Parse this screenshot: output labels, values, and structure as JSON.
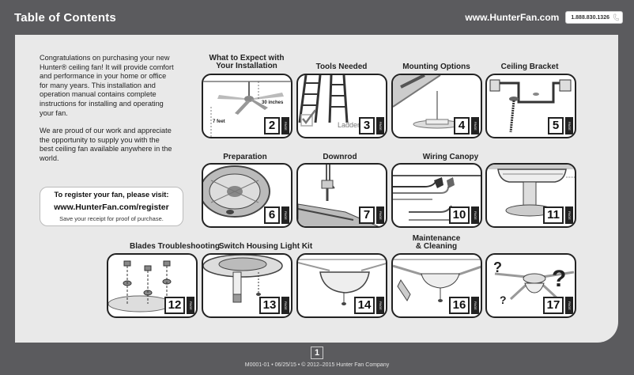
{
  "header": {
    "title": "Table of Contents",
    "site": "www.HunterFan.com",
    "phone": "1.888.830.1326",
    "phone_icon": "phone-icon"
  },
  "intro": {
    "p1": "Congratulations on purchasing your new Hunter® ceiling fan!  It will provide comfort and performance in your home or office for many years. This installation and operation manual contains complete instructions for installing and operating your fan.",
    "p2": "We are proud of our work and appreciate the opportunity to supply you with the best ceiling fan available anywhere in the world."
  },
  "register": {
    "line1": "To register your fan, please visit:",
    "line2": "www.HunterFan.com/register",
    "line3": "Save your receipt for proof of purchase."
  },
  "cards": [
    {
      "title1": "What to Expect with",
      "title2": "Your Installation",
      "page": "2",
      "label1": "30 inches",
      "label2": "7 feet"
    },
    {
      "title1": "Tools Needed",
      "page": "3",
      "label1": "Ladder"
    },
    {
      "title1": "Mounting Options",
      "page": "4"
    },
    {
      "title1": "Ceiling Bracket",
      "page": "5"
    },
    {
      "title1": "Preparation",
      "page": "6"
    },
    {
      "title1": "Downrod",
      "page": "7"
    },
    {
      "title1": "Wiring Canopy",
      "page": "10"
    },
    {
      "title1": "",
      "page": "11"
    },
    {
      "title1": "Blades Troubleshooting",
      "page": "12"
    },
    {
      "title1": "Switch Housing Light Kit",
      "page": "13"
    },
    {
      "title1": "",
      "page": "14"
    },
    {
      "title1": "Maintenance",
      "title2": "& Cleaning",
      "page": "16"
    },
    {
      "title1": "",
      "page": "17"
    }
  ],
  "page_tab_text": "PAGE",
  "footer": {
    "page": "1",
    "text": "M0001-01 • 06/25/15 • © 2012–2015 Hunter Fan Company"
  },
  "colors": {
    "background": "#5b5b5e",
    "panel": "#e9e9e9",
    "card_border": "#222222"
  }
}
